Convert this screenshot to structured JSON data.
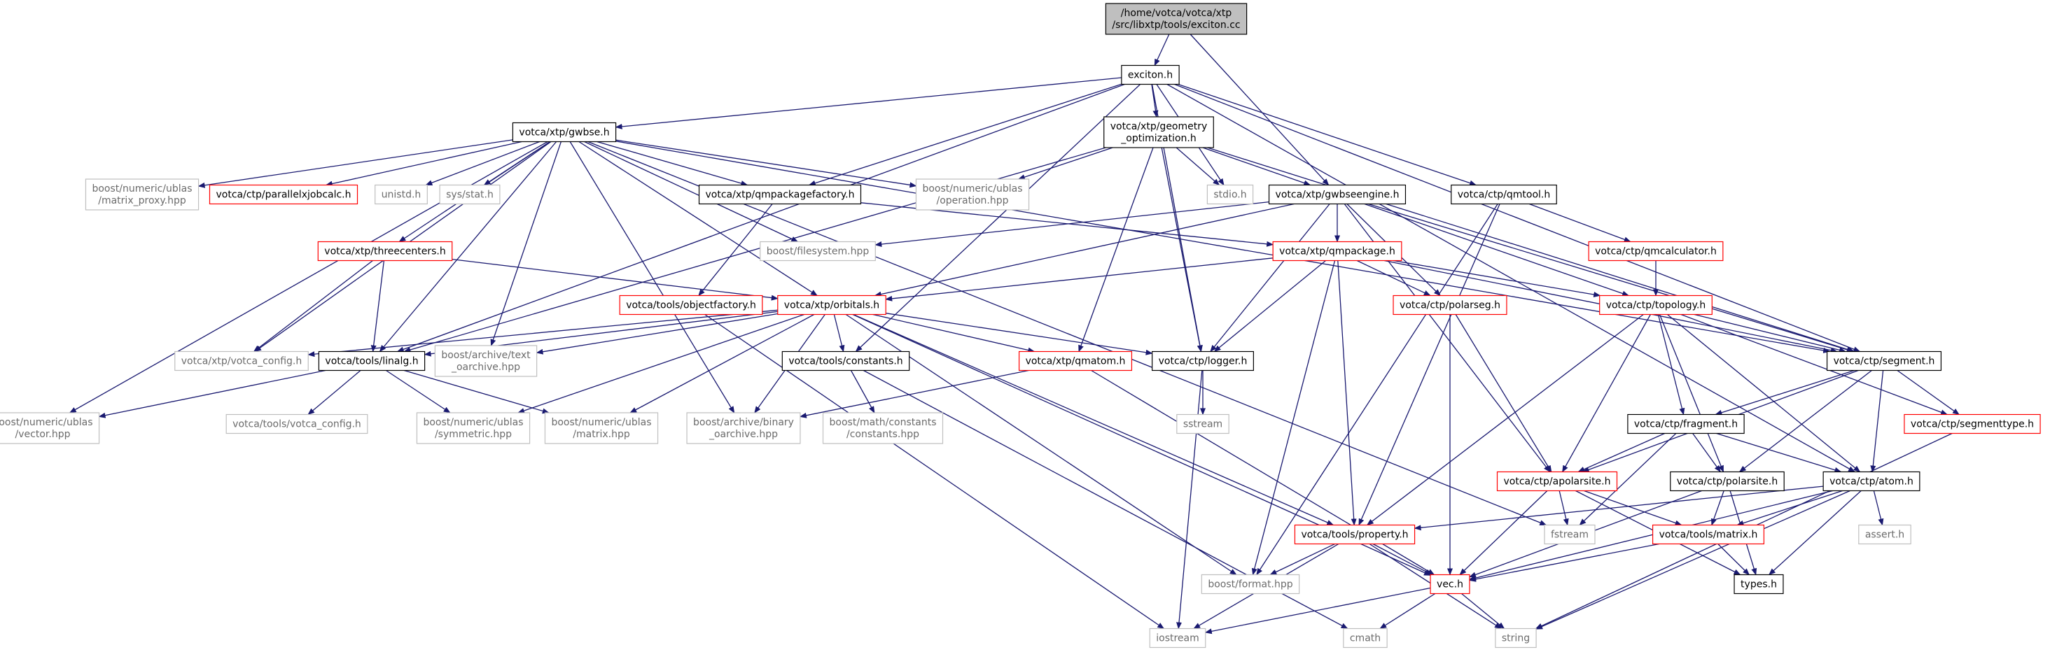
{
  "colors": {
    "edge": "#191970",
    "root_fill": "#bfbfbf",
    "root_border": "#000000",
    "documented_border": "#000000",
    "undocumented_border": "#ff0000",
    "system_border": "#bfbfbf",
    "system_text": "#6b6b6b",
    "text": "#000000"
  },
  "nodes": [
    {
      "id": "root",
      "kind": "root",
      "lines": [
        "/home/votca/votca/xtp",
        "/src/libxtp/tools/exciton.cc"
      ]
    },
    {
      "id": "exciton_h",
      "kind": "doc",
      "lines": [
        "exciton.h"
      ]
    },
    {
      "id": "gwbse_h",
      "kind": "doc",
      "lines": [
        "votca/xtp/gwbse.h"
      ]
    },
    {
      "id": "geomopt_h",
      "kind": "doc",
      "lines": [
        "votca/xtp/geometry",
        "_optimization.h"
      ]
    },
    {
      "id": "gwbseengine_h",
      "kind": "doc",
      "lines": [
        "votca/xtp/gwbseengine.h"
      ]
    },
    {
      "id": "qmtool_h",
      "kind": "doc",
      "lines": [
        "votca/ctp/qmtool.h"
      ]
    },
    {
      "id": "ublas_matrix_proxy",
      "kind": "sys",
      "lines": [
        "boost/numeric/ublas",
        "/matrix_proxy.hpp"
      ]
    },
    {
      "id": "paralleljobcalc_h",
      "kind": "red",
      "lines": [
        "votca/ctp/parallelxjobcalc.h"
      ]
    },
    {
      "id": "unistd_h",
      "kind": "sys",
      "lines": [
        "unistd.h"
      ]
    },
    {
      "id": "sys_stat_h",
      "kind": "sys",
      "lines": [
        "sys/stat.h"
      ]
    },
    {
      "id": "qmpackagefactory_h",
      "kind": "doc",
      "lines": [
        "votca/xtp/qmpackagefactory.h"
      ]
    },
    {
      "id": "ublas_operation",
      "kind": "sys",
      "lines": [
        "boost/numeric/ublas",
        "/operation.hpp"
      ]
    },
    {
      "id": "stdio_h",
      "kind": "sys",
      "lines": [
        "stdio.h"
      ]
    },
    {
      "id": "threecenters_h",
      "kind": "red",
      "lines": [
        "votca/xtp/threecenters.h"
      ]
    },
    {
      "id": "filesystem_hpp",
      "kind": "sys",
      "lines": [
        "boost/filesystem.hpp"
      ]
    },
    {
      "id": "qmpackage_h",
      "kind": "red",
      "lines": [
        "votca/xtp/qmpackage.h"
      ]
    },
    {
      "id": "qmcalculator_h",
      "kind": "red",
      "lines": [
        "votca/ctp/qmcalculator.h"
      ]
    },
    {
      "id": "objectfactory_h",
      "kind": "red",
      "lines": [
        "votca/tools/objectfactory.h"
      ]
    },
    {
      "id": "orbitals_h",
      "kind": "red",
      "lines": [
        "votca/xtp/orbitals.h"
      ]
    },
    {
      "id": "polarseg_h",
      "kind": "red",
      "lines": [
        "votca/ctp/polarseg.h"
      ]
    },
    {
      "id": "topology_h",
      "kind": "red",
      "lines": [
        "votca/ctp/topology.h"
      ]
    },
    {
      "id": "xtp_votca_config_h",
      "kind": "sys",
      "lines": [
        "votca/xtp/votca_config.h"
      ]
    },
    {
      "id": "linalg_h",
      "kind": "doc",
      "lines": [
        "votca/tools/linalg.h"
      ]
    },
    {
      "id": "text_oarchive",
      "kind": "sys",
      "lines": [
        "boost/archive/text",
        "_oarchive.hpp"
      ]
    },
    {
      "id": "constants_h",
      "kind": "doc",
      "lines": [
        "votca/tools/constants.h"
      ]
    },
    {
      "id": "qmatom_h",
      "kind": "red",
      "lines": [
        "votca/xtp/qmatom.h"
      ]
    },
    {
      "id": "logger_h",
      "kind": "doc",
      "lines": [
        "votca/ctp/logger.h"
      ]
    },
    {
      "id": "segment_h",
      "kind": "doc",
      "lines": [
        "votca/ctp/segment.h"
      ]
    },
    {
      "id": "ublas_vector",
      "kind": "sys",
      "lines": [
        "boost/numeric/ublas",
        "/vector.hpp"
      ]
    },
    {
      "id": "tools_votca_config_h",
      "kind": "sys",
      "lines": [
        "votca/tools/votca_config.h"
      ]
    },
    {
      "id": "ublas_symmetric",
      "kind": "sys",
      "lines": [
        "boost/numeric/ublas",
        "/symmetric.hpp"
      ]
    },
    {
      "id": "ublas_matrix",
      "kind": "sys",
      "lines": [
        "boost/numeric/ublas",
        "/matrix.hpp"
      ]
    },
    {
      "id": "binary_oarchive",
      "kind": "sys",
      "lines": [
        "boost/archive/binary",
        "_oarchive.hpp"
      ]
    },
    {
      "id": "math_constants",
      "kind": "sys",
      "lines": [
        "boost/math/constants",
        "/constants.hpp"
      ]
    },
    {
      "id": "sstream",
      "kind": "sys",
      "lines": [
        "sstream"
      ]
    },
    {
      "id": "fragment_h",
      "kind": "doc",
      "lines": [
        "votca/ctp/fragment.h"
      ]
    },
    {
      "id": "segmenttype_h",
      "kind": "red",
      "lines": [
        "votca/ctp/segmenttype.h"
      ]
    },
    {
      "id": "apolarsite_h",
      "kind": "red",
      "lines": [
        "votca/ctp/apolarsite.h"
      ]
    },
    {
      "id": "polarsite_h",
      "kind": "doc",
      "lines": [
        "votca/ctp/polarsite.h"
      ]
    },
    {
      "id": "atom_h",
      "kind": "doc",
      "lines": [
        "votca/ctp/atom.h"
      ]
    },
    {
      "id": "property_h",
      "kind": "red",
      "lines": [
        "votca/tools/property.h"
      ]
    },
    {
      "id": "fstream",
      "kind": "sys",
      "lines": [
        "fstream"
      ]
    },
    {
      "id": "tools_matrix_h",
      "kind": "red",
      "lines": [
        "votca/tools/matrix.h"
      ]
    },
    {
      "id": "assert_h",
      "kind": "sys",
      "lines": [
        "assert.h"
      ]
    },
    {
      "id": "format_hpp",
      "kind": "sys",
      "lines": [
        "boost/format.hpp"
      ]
    },
    {
      "id": "vec_h",
      "kind": "red",
      "lines": [
        "vec.h"
      ]
    },
    {
      "id": "types_h",
      "kind": "doc",
      "lines": [
        "types.h"
      ]
    },
    {
      "id": "iostream",
      "kind": "sys",
      "lines": [
        "iostream"
      ]
    },
    {
      "id": "cmath",
      "kind": "sys",
      "lines": [
        "cmath"
      ]
    },
    {
      "id": "string",
      "kind": "sys",
      "lines": [
        "string"
      ]
    }
  ],
  "edges": [
    [
      "root",
      "exciton_h"
    ],
    [
      "root",
      "gwbseengine_h"
    ],
    [
      "exciton_h",
      "gwbse_h"
    ],
    [
      "exciton_h",
      "geomopt_h"
    ],
    [
      "exciton_h",
      "stdio_h"
    ],
    [
      "exciton_h",
      "qmtool_h"
    ],
    [
      "exciton_h",
      "segment_h"
    ],
    [
      "exciton_h",
      "atom_h"
    ],
    [
      "exciton_h",
      "logger_h"
    ],
    [
      "exciton_h",
      "constants_h"
    ],
    [
      "exciton_h",
      "qmpackagefactory_h"
    ],
    [
      "exciton_h",
      "linalg_h"
    ],
    [
      "gwbse_h",
      "ublas_matrix_proxy"
    ],
    [
      "gwbse_h",
      "paralleljobcalc_h"
    ],
    [
      "gwbse_h",
      "unistd_h"
    ],
    [
      "gwbse_h",
      "sys_stat_h"
    ],
    [
      "gwbse_h",
      "qmpackagefactory_h"
    ],
    [
      "gwbse_h",
      "ublas_operation"
    ],
    [
      "gwbse_h",
      "threecenters_h"
    ],
    [
      "gwbse_h",
      "filesystem_hpp"
    ],
    [
      "gwbse_h",
      "orbitals_h"
    ],
    [
      "gwbse_h",
      "linalg_h"
    ],
    [
      "gwbse_h",
      "xtp_votca_config_h"
    ],
    [
      "gwbse_h",
      "ublas_vector"
    ],
    [
      "gwbse_h",
      "text_oarchive"
    ],
    [
      "gwbse_h",
      "binary_oarchive"
    ],
    [
      "gwbse_h",
      "segment_h"
    ],
    [
      "gwbse_h",
      "fstream"
    ],
    [
      "geomopt_h",
      "ublas_operation"
    ],
    [
      "geomopt_h",
      "stdio_h"
    ],
    [
      "geomopt_h",
      "gwbseengine_h"
    ],
    [
      "geomopt_h",
      "segment_h"
    ],
    [
      "geomopt_h",
      "logger_h"
    ],
    [
      "geomopt_h",
      "qmatom_h"
    ],
    [
      "geomopt_h",
      "linalg_h"
    ],
    [
      "gwbseengine_h",
      "filesystem_hpp"
    ],
    [
      "gwbseengine_h",
      "qmpackage_h"
    ],
    [
      "gwbseengine_h",
      "orbitals_h"
    ],
    [
      "gwbseengine_h",
      "logger_h"
    ],
    [
      "gwbseengine_h",
      "polarseg_h"
    ],
    [
      "gwbseengine_h",
      "topology_h"
    ],
    [
      "gwbseengine_h",
      "segment_h"
    ],
    [
      "gwbseengine_h",
      "apolarsite_h"
    ],
    [
      "qmtool_h",
      "qmcalculator_h"
    ],
    [
      "qmtool_h",
      "property_h"
    ],
    [
      "qmtool_h",
      "format_hpp"
    ],
    [
      "qmpackagefactory_h",
      "objectfactory_h"
    ],
    [
      "qmpackagefactory_h",
      "qmpackage_h"
    ],
    [
      "threecenters_h",
      "orbitals_h"
    ],
    [
      "threecenters_h",
      "linalg_h"
    ],
    [
      "threecenters_h",
      "xtp_votca_config_h"
    ],
    [
      "qmpackage_h",
      "orbitals_h"
    ],
    [
      "qmpackage_h",
      "polarseg_h"
    ],
    [
      "qmpackage_h",
      "topology_h"
    ],
    [
      "qmpackage_h",
      "logger_h"
    ],
    [
      "qmpackage_h",
      "property_h"
    ],
    [
      "qmpackage_h",
      "format_hpp"
    ],
    [
      "qmpackage_h",
      "segment_h"
    ],
    [
      "qmcalculator_h",
      "topology_h"
    ],
    [
      "objectfactory_h",
      "iostream"
    ],
    [
      "orbitals_h",
      "xtp_votca_config_h"
    ],
    [
      "orbitals_h",
      "linalg_h"
    ],
    [
      "orbitals_h",
      "text_oarchive"
    ],
    [
      "orbitals_h",
      "constants_h"
    ],
    [
      "orbitals_h",
      "qmatom_h"
    ],
    [
      "orbitals_h",
      "logger_h"
    ],
    [
      "orbitals_h",
      "ublas_symmetric"
    ],
    [
      "orbitals_h",
      "ublas_matrix"
    ],
    [
      "orbitals_h",
      "binary_oarchive"
    ],
    [
      "orbitals_h",
      "property_h"
    ],
    [
      "orbitals_h",
      "vec_h"
    ],
    [
      "orbitals_h",
      "format_hpp"
    ],
    [
      "polarseg_h",
      "apolarsite_h"
    ],
    [
      "polarseg_h",
      "vec_h"
    ],
    [
      "topology_h",
      "segment_h"
    ],
    [
      "topology_h",
      "fragment_h"
    ],
    [
      "topology_h",
      "apolarsite_h"
    ],
    [
      "topology_h",
      "polarsite_h"
    ],
    [
      "topology_h",
      "atom_h"
    ],
    [
      "topology_h",
      "segmenttype_h"
    ],
    [
      "topology_h",
      "property_h"
    ],
    [
      "linalg_h",
      "ublas_vector"
    ],
    [
      "linalg_h",
      "tools_votca_config_h"
    ],
    [
      "linalg_h",
      "ublas_symmetric"
    ],
    [
      "linalg_h",
      "ublas_matrix"
    ],
    [
      "constants_h",
      "math_constants"
    ],
    [
      "constants_h",
      "cmath"
    ],
    [
      "qmatom_h",
      "binary_oarchive"
    ],
    [
      "qmatom_h",
      "vec_h"
    ],
    [
      "logger_h",
      "sstream"
    ],
    [
      "logger_h",
      "iostream"
    ],
    [
      "segment_h",
      "fragment_h"
    ],
    [
      "segment_h",
      "segmenttype_h"
    ],
    [
      "segment_h",
      "atom_h"
    ],
    [
      "segment_h",
      "polarsite_h"
    ],
    [
      "segment_h",
      "apolarsite_h"
    ],
    [
      "fragment_h",
      "apolarsite_h"
    ],
    [
      "fragment_h",
      "polarsite_h"
    ],
    [
      "fragment_h",
      "atom_h"
    ],
    [
      "fragment_h",
      "fstream"
    ],
    [
      "segmenttype_h",
      "string"
    ],
    [
      "apolarsite_h",
      "fstream"
    ],
    [
      "apolarsite_h",
      "tools_matrix_h"
    ],
    [
      "apolarsite_h",
      "vec_h"
    ],
    [
      "apolarsite_h",
      "types_h"
    ],
    [
      "polarsite_h",
      "tools_matrix_h"
    ],
    [
      "polarsite_h",
      "vec_h"
    ],
    [
      "polarsite_h",
      "types_h"
    ],
    [
      "atom_h",
      "property_h"
    ],
    [
      "atom_h",
      "tools_matrix_h"
    ],
    [
      "atom_h",
      "assert_h"
    ],
    [
      "atom_h",
      "vec_h"
    ],
    [
      "atom_h",
      "types_h"
    ],
    [
      "atom_h",
      "string"
    ],
    [
      "property_h",
      "format_hpp"
    ],
    [
      "property_h",
      "vec_h"
    ],
    [
      "property_h",
      "iostream"
    ],
    [
      "property_h",
      "string"
    ],
    [
      "tools_matrix_h",
      "vec_h"
    ],
    [
      "tools_matrix_h",
      "types_h"
    ],
    [
      "vec_h",
      "iostream"
    ],
    [
      "vec_h",
      "cmath"
    ],
    [
      "vec_h",
      "string"
    ]
  ]
}
